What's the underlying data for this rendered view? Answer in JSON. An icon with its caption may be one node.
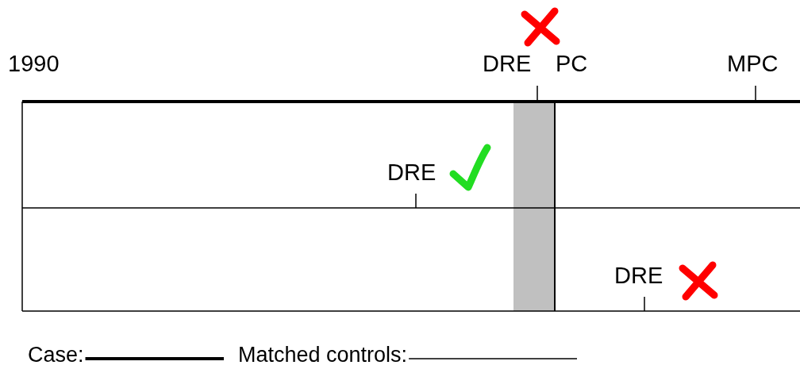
{
  "diagram": {
    "nodes": [
      {
        "text": [],
        "shape": "bar"
      }
    ],
    "labels": [
      "1990",
      "DRE",
      "PC",
      "MPC",
      "DRE",
      "DRE"
    ],
    "legend": [
      {
        "text": "Case:"
      },
      {
        "text": "Matched controls:"
      }
    ]
  }
}
